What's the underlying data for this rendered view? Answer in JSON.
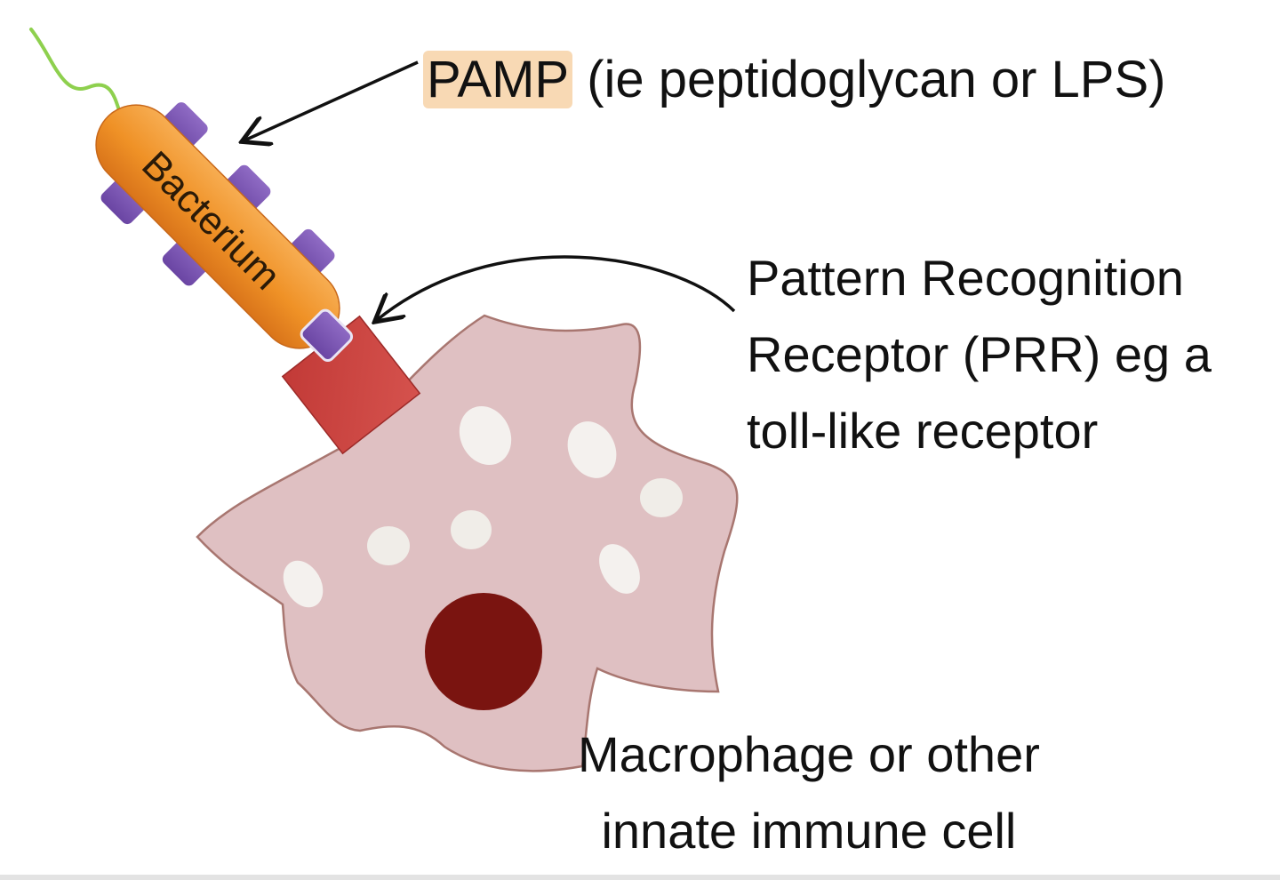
{
  "labels": {
    "pamp_term": "PAMP",
    "pamp_rest": " (ie peptidoglycan or LPS)",
    "prr_line1": "Pattern Recognition",
    "prr_line2": "Receptor (PRR) eg a",
    "prr_line3": "toll-like receptor",
    "cell_line1": "Macrophage or other",
    "cell_line2": "innate immune cell",
    "bacterium": "Bacterium"
  },
  "colors": {
    "bacterium_fill": "#f0922a",
    "pamp_fill": "#7b55b3",
    "receptor_fill": "#c9423f",
    "cell_fill": "#dfc0c2",
    "cell_outline": "#a87670",
    "vacuole_fill": "#f4f1ee",
    "nucleus_fill": "#7a1410",
    "flagellum": "#8ed04e",
    "pamp_highlight": "#f8d9b4",
    "arrow": "#111111"
  }
}
